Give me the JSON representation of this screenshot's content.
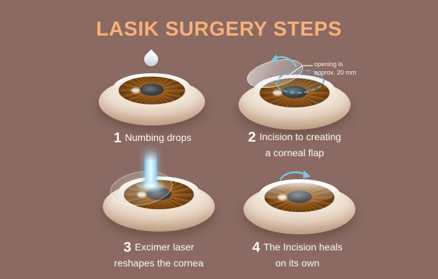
{
  "title": "LASIK SURGERY STEPS",
  "steps": [
    {
      "number": "1",
      "line1": "Numbing drops",
      "line2": ""
    },
    {
      "number": "2",
      "line1": "Incision to creating",
      "line2": "a corneal flap"
    },
    {
      "number": "3",
      "line1": "Excimer laser",
      "line2": "reshapes the cornea"
    },
    {
      "number": "4",
      "line1": "The Incision heals",
      "line2": "on its own"
    }
  ],
  "annotation": {
    "line1": "opening is",
    "line2": "approx. 20 mm"
  },
  "icons": {
    "droplet": "water-drop",
    "step2_arrow": "curved-arrow-left",
    "step4_arrow": "curved-arrow-right",
    "laser": "laser-beam",
    "opening_outline": "dashed-ellipse"
  },
  "colors": {
    "background": "#8A6A62",
    "title": "#F8B17A",
    "label_text": "#FBF8F5",
    "arrow_blue": "#7CC7E2",
    "dash_blue": "#59B7DC",
    "laser_blue": "#9ED9F2",
    "iris_brown": "#A4661F",
    "sclera_cream": "#F2E6D8"
  }
}
